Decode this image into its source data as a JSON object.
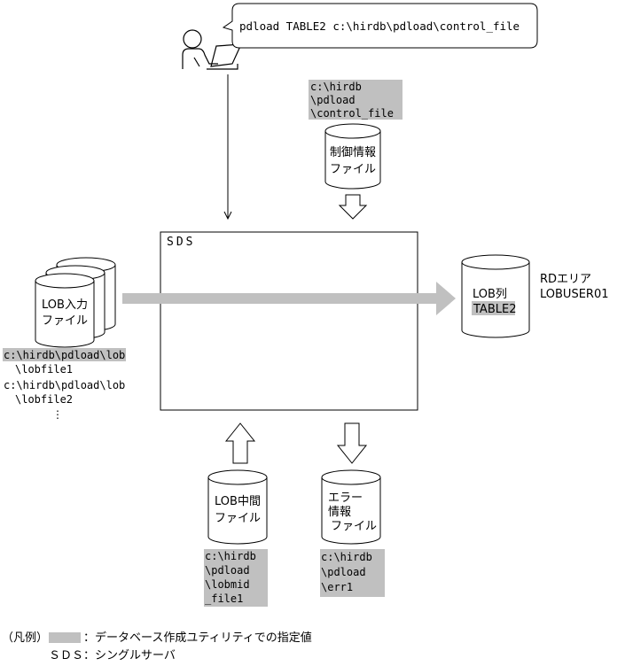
{
  "command": "pdload TABLE2 c:\\hirdb\\pdload\\control_file",
  "control_file": {
    "path": [
      "c:\\hirdb",
      "\\pdload",
      "\\control_file"
    ],
    "label": [
      "制御情報",
      "ファイル"
    ]
  },
  "server": {
    "label": "SDS"
  },
  "lob_input": {
    "label": [
      "LOB入力",
      "ファイル"
    ],
    "paths": [
      "c:\\hirdb\\pdload\\lob",
      "\\lobfile1",
      "c:\\hirdb\\pdload\\lob",
      "\\lobfile2",
      "⋮"
    ]
  },
  "rd_area": {
    "label": [
      "LOB列",
      "TABLE2"
    ],
    "name": [
      "RDエリア",
      "LOBUSER01"
    ]
  },
  "lob_middle": {
    "label": [
      "LOB中間",
      "ファイル"
    ],
    "path": [
      "c:\\hirdb",
      "\\pdload",
      "\\lobmid",
      "_file1"
    ]
  },
  "error_file": {
    "label": [
      "エラー",
      "情報",
      "ファイル"
    ],
    "path": [
      "c:\\hirdb",
      "\\pdload",
      "\\err1"
    ]
  },
  "legend": {
    "prefix": "（凡例）",
    "shaded": "：データベース作成ユティリティでの指定値",
    "sds": "ＳＤＳ：シングルサーバ"
  },
  "colors": {
    "highlight": "#c0c0c0",
    "arrow": "#c0c0c0",
    "stroke": "#000000"
  }
}
